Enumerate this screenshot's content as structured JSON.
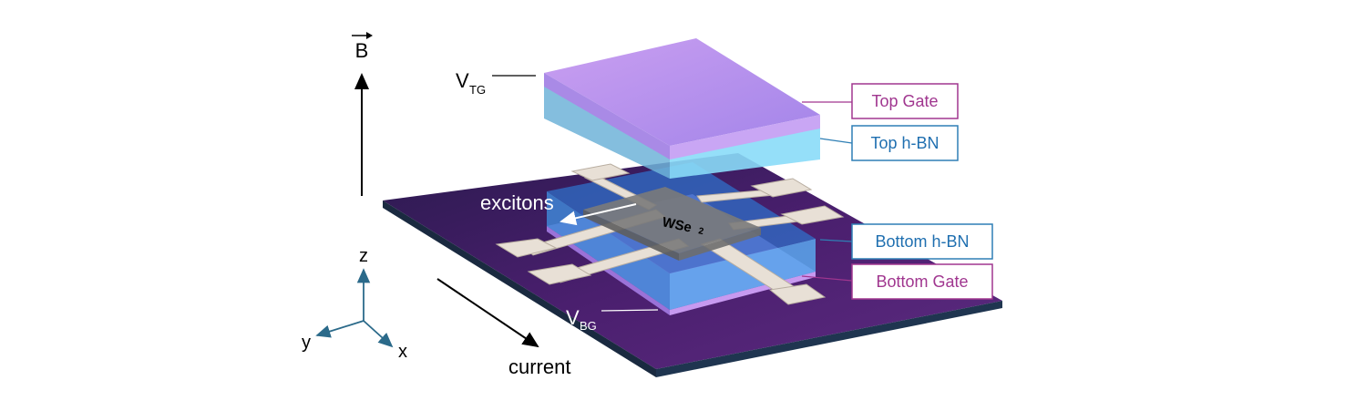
{
  "axes_annotations": {
    "field_symbol": "B",
    "current_label": "current",
    "excitons_label": "excitons",
    "axis_z": "z",
    "axis_y": "y",
    "axis_x": "x"
  },
  "voltages": {
    "top_gate_main": "V",
    "top_gate_sub": "TG",
    "bottom_gate_main": "V",
    "bottom_gate_sub": "BG"
  },
  "material": {
    "main": "WSe",
    "sub": "2"
  },
  "layer_labels": {
    "top_gate": "Top Gate",
    "top_hbn": "Top h-BN",
    "bottom_hbn": "Bottom h-BN",
    "bottom_gate": "Bottom  Gate"
  },
  "colors": {
    "gate_border": "#a0368f",
    "gate_text": "#a0368f",
    "hbn_border": "#2f7fb5",
    "hbn_text": "#1f6fb0",
    "substrate": "#4a1f6e",
    "axis_arrow": "#2b6a8a"
  }
}
